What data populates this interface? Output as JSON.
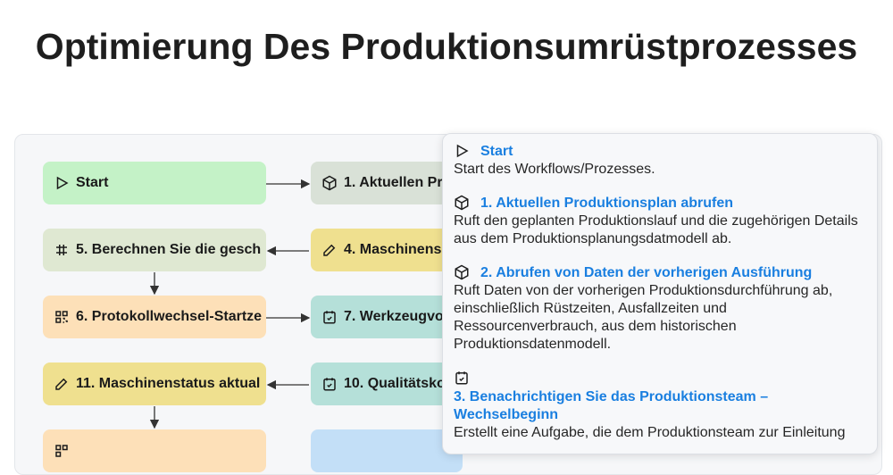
{
  "page": {
    "title": "Optimierung Des Produktionsumrüstprozesses"
  },
  "nodes": [
    {
      "id": "start",
      "label": "Start",
      "icon": "play-icon",
      "color": "#c4f2c7"
    },
    {
      "id": "n1",
      "label": "1. Aktuellen Pr",
      "icon": "cube-icon",
      "color": "#d9e1d7"
    },
    {
      "id": "n5",
      "label": "5. Berechnen Sie die gesch",
      "icon": "calculator-icon",
      "color": "#dfe8d2"
    },
    {
      "id": "n4",
      "label": "4. Maschinens",
      "icon": "edit-icon",
      "color": "#efe08f"
    },
    {
      "id": "n6",
      "label": "6. Protokollwechsel-Startze",
      "icon": "qr-icon",
      "color": "#fde0b8"
    },
    {
      "id": "n7",
      "label": "7. Werkzeugvo",
      "icon": "calendar-check-icon",
      "color": "#b5e0d9"
    },
    {
      "id": "n11",
      "label": "11. Maschinenstatus aktual",
      "icon": "edit-icon",
      "color": "#efe08f"
    },
    {
      "id": "n10",
      "label": "10. Qualitätsko",
      "icon": "calendar-check-icon",
      "color": "#b5e0d9"
    },
    {
      "id": "n12",
      "label": "",
      "icon": "qr-icon",
      "color": "#fde0b8"
    },
    {
      "id": "n13",
      "label": "",
      "icon": "",
      "color": "#c3dff7"
    }
  ],
  "details": [
    {
      "icon": "play-icon",
      "title": "Start",
      "desc": "Start des Workflows/Prozesses."
    },
    {
      "icon": "cube-icon",
      "title": "1. Aktuellen Produktionsplan abrufen",
      "desc": "Ruft den geplanten Produktionslauf und die zugehörigen Details aus dem Produktionsplanungsdatmodell ab."
    },
    {
      "icon": "cube-icon",
      "title": "2. Abrufen von Daten der vorherigen Ausführung",
      "desc": "Ruft Daten von der vorherigen Produktionsdurchführung ab, einschließlich Rüstzeiten, Ausfallzeiten und Ressourcenverbrauch, aus dem historischen Produktionsdatenmodell."
    },
    {
      "icon": "calendar-check-icon",
      "title": "3. Benachrichtigen Sie das Produktionsteam – Wechselbeginn",
      "desc": "Erstellt eine Aufgabe, die dem Produktionsteam zur Einleitung"
    }
  ]
}
